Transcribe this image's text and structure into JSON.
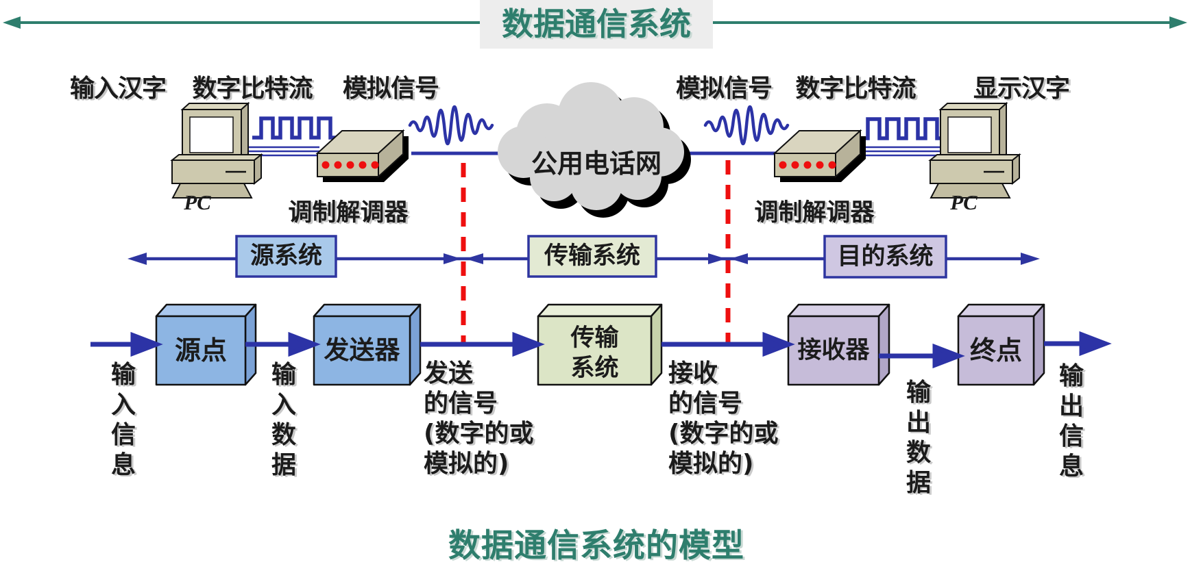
{
  "banner": {
    "title": "数据通信系统"
  },
  "signal_labels": {
    "input_hanzi": "输入汉字",
    "digital_bitstream_left": "数字比特流",
    "analog_signal_left": "模拟信号",
    "analog_signal_right": "模拟信号",
    "digital_bitstream_right": "数字比特流",
    "display_hanzi": "显示汉字"
  },
  "equipment": {
    "pc_left": "PC",
    "pc_right": "PC",
    "modem_left": "调制解调器",
    "modem_right": "调制解调器",
    "cloud": "公用电话网"
  },
  "system_bands": {
    "source": "源系统",
    "transmission": "传输系统",
    "destination": "目的系统"
  },
  "model": {
    "source_node": "源点",
    "transmitter": "发送器",
    "transmission_system": "传输\n系统",
    "receiver": "接收器",
    "end_node": "终点",
    "input_info": "输\n入\n信\n息",
    "input_data": "输\n入\n数\n据",
    "sent_signal": "发送\n的信号\n(数字的或\n模拟的)",
    "received_signal": "接收\n的信号\n(数字的或\n模拟的)",
    "output_data": "输\n出\n数\n据",
    "output_info": "输\n出\n信\n息"
  },
  "footer": {
    "title": "数据通信系统的模型"
  },
  "colors": {
    "teal": "#2e7e6d",
    "blue": "#2c33a6",
    "red": "#ee0f0f",
    "box_blue": "#8db5e3",
    "box_green": "#dce5c6",
    "box_purple": "#c6bcd9",
    "band_blue": "#a9c9ea",
    "band_green": "#e3ead3",
    "band_purple": "#cfc7e2"
  }
}
